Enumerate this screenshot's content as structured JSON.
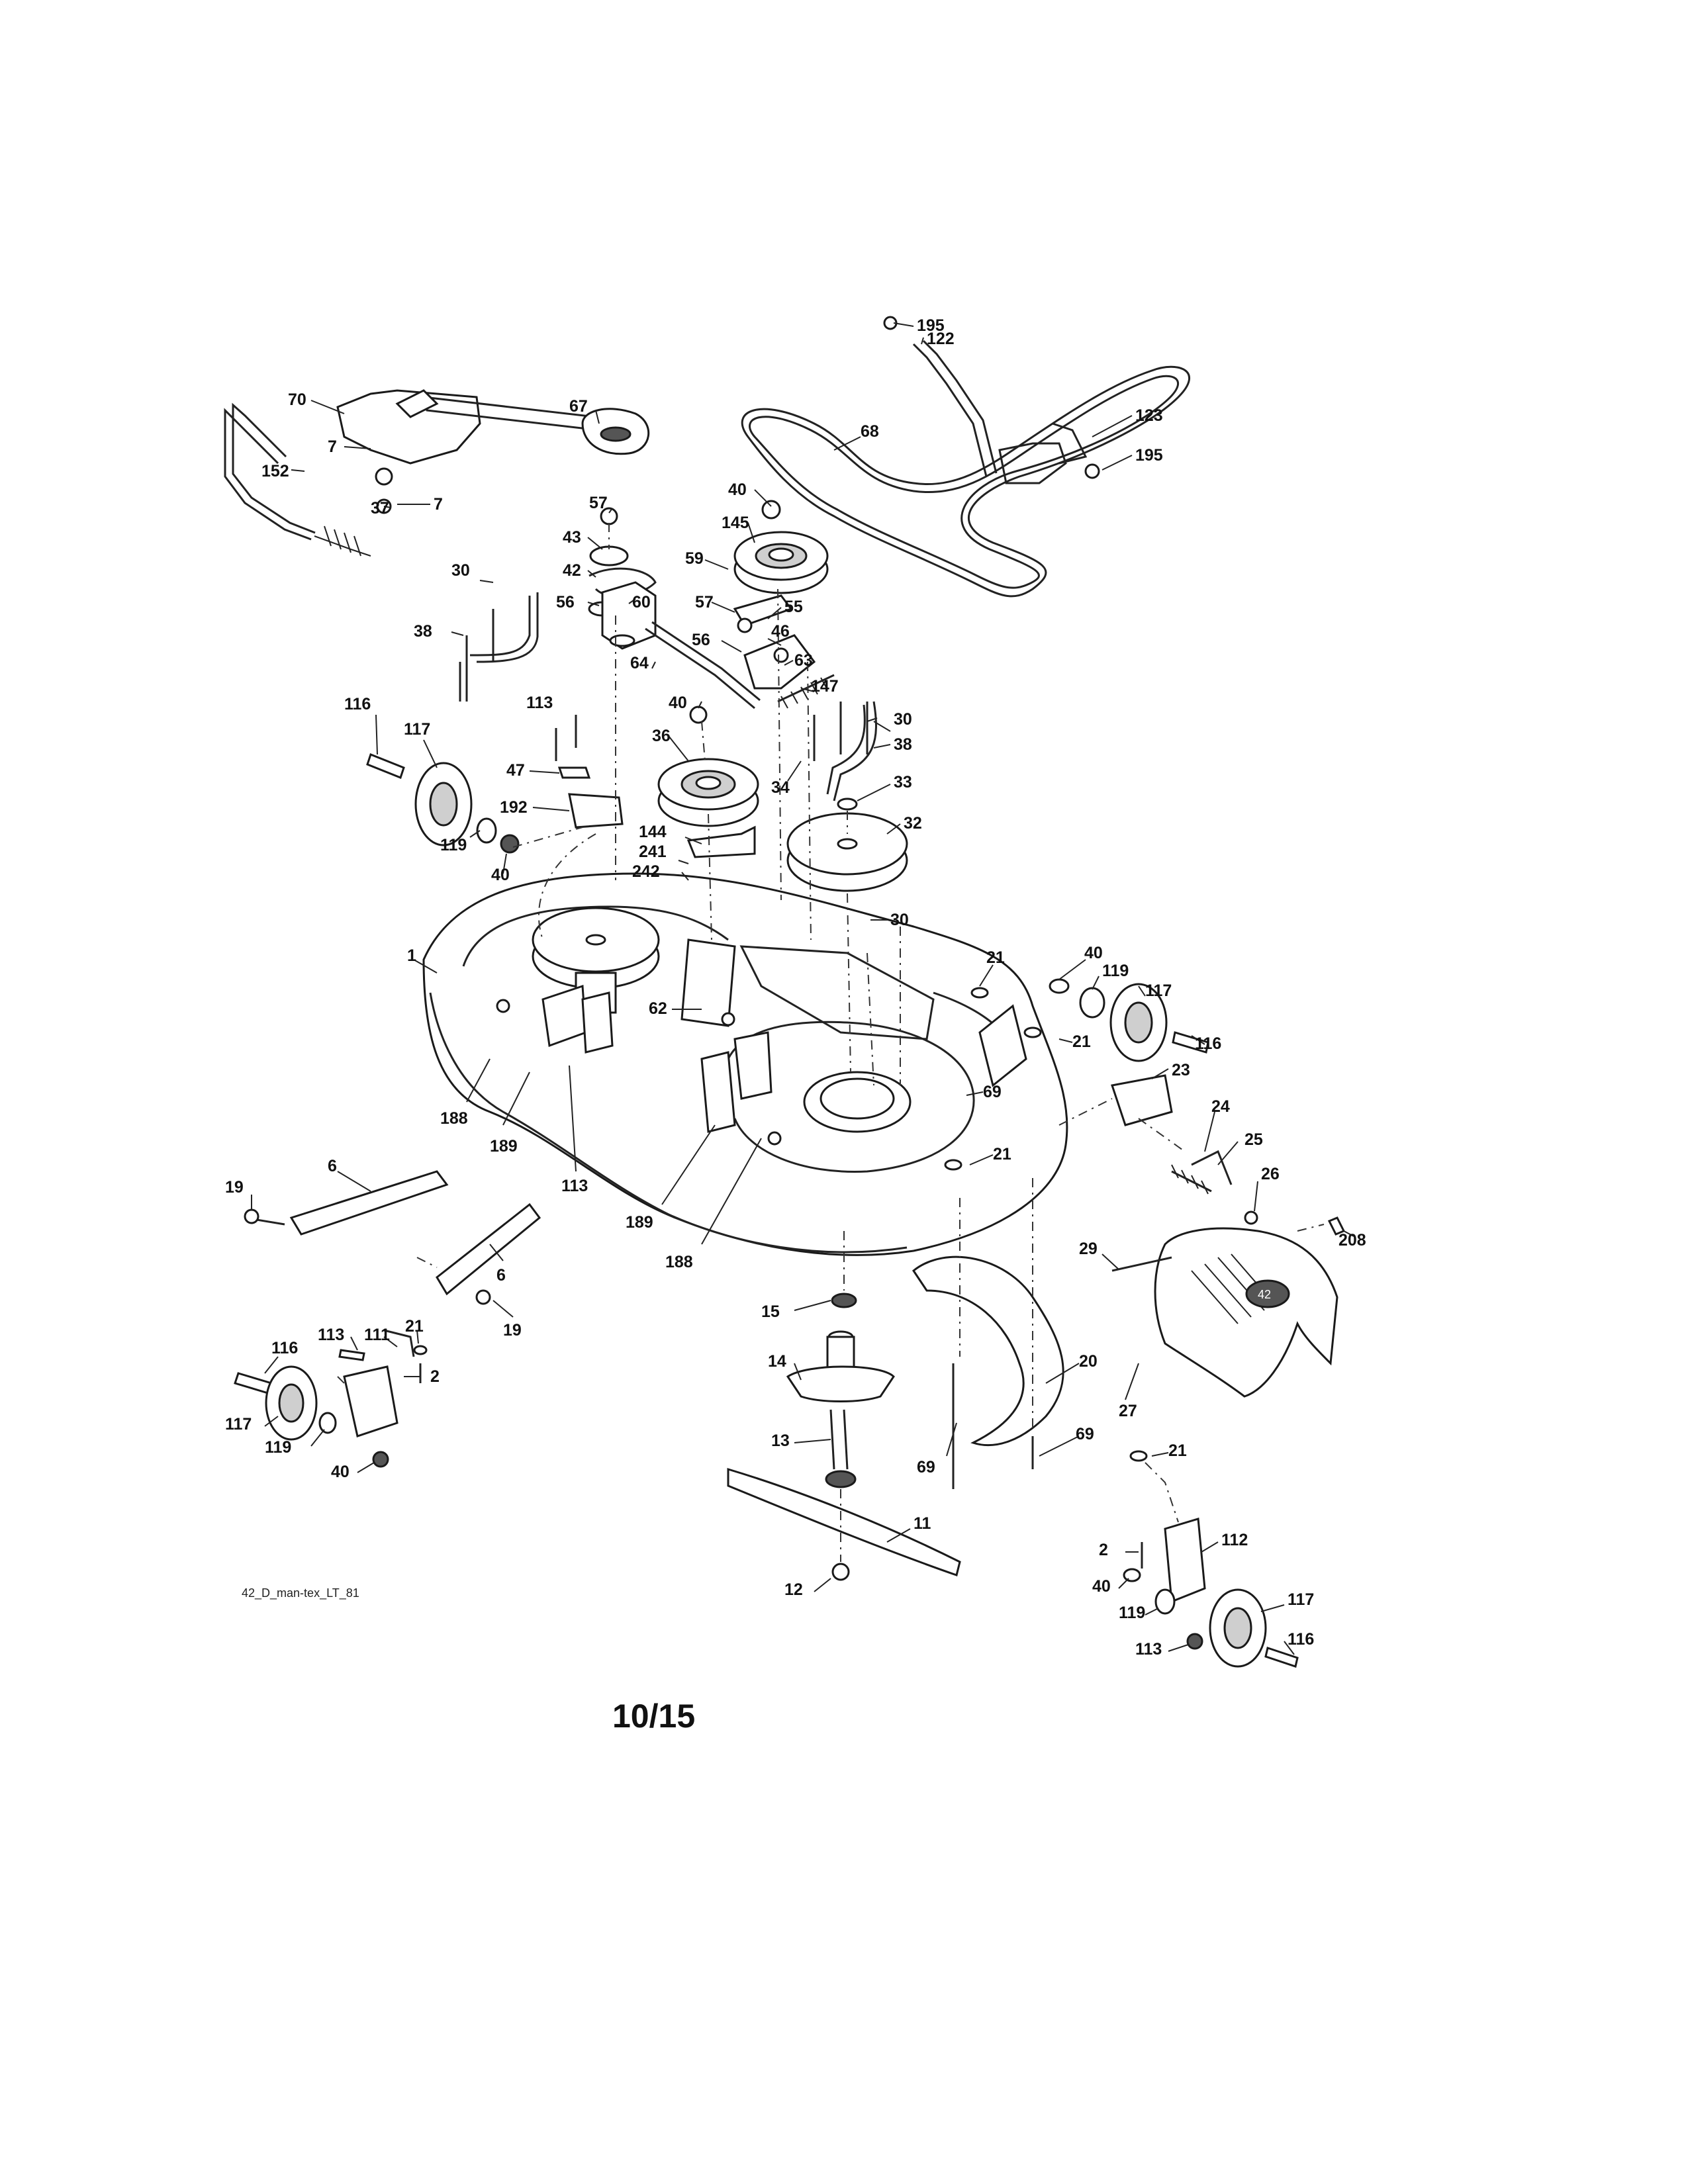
{
  "diagram": {
    "reference_code": "42_D_man-tex_LT_81",
    "page_number": "10/15",
    "discharge_badge": "42",
    "deflector_badge": "42"
  },
  "callouts": [
    {
      "label": "195"
    },
    {
      "label": "122"
    },
    {
      "label": "70"
    },
    {
      "label": "67"
    },
    {
      "label": "68"
    },
    {
      "label": "123"
    },
    {
      "label": "195"
    },
    {
      "label": "7"
    },
    {
      "label": "152"
    },
    {
      "label": "7"
    },
    {
      "label": "37"
    },
    {
      "label": "40"
    },
    {
      "label": "57"
    },
    {
      "label": "145"
    },
    {
      "label": "43"
    },
    {
      "label": "42"
    },
    {
      "label": "59"
    },
    {
      "label": "30"
    },
    {
      "label": "56"
    },
    {
      "label": "60"
    },
    {
      "label": "57"
    },
    {
      "label": "55"
    },
    {
      "label": "38"
    },
    {
      "label": "56"
    },
    {
      "label": "46"
    },
    {
      "label": "64"
    },
    {
      "label": "63"
    },
    {
      "label": "147"
    },
    {
      "label": "116"
    },
    {
      "label": "113"
    },
    {
      "label": "40"
    },
    {
      "label": "30"
    },
    {
      "label": "117"
    },
    {
      "label": "36"
    },
    {
      "label": "38"
    },
    {
      "label": "47"
    },
    {
      "label": "34"
    },
    {
      "label": "33"
    },
    {
      "label": "192"
    },
    {
      "label": "144"
    },
    {
      "label": "119"
    },
    {
      "label": "241"
    },
    {
      "label": "32"
    },
    {
      "label": "40"
    },
    {
      "label": "242"
    },
    {
      "label": "30"
    },
    {
      "label": "1"
    },
    {
      "label": "21"
    },
    {
      "label": "40"
    },
    {
      "label": "119"
    },
    {
      "label": "62"
    },
    {
      "label": "117"
    },
    {
      "label": "116"
    },
    {
      "label": "21"
    },
    {
      "label": "23"
    },
    {
      "label": "188"
    },
    {
      "label": "69"
    },
    {
      "label": "189"
    },
    {
      "label": "24"
    },
    {
      "label": "25"
    },
    {
      "label": "6"
    },
    {
      "label": "113"
    },
    {
      "label": "21"
    },
    {
      "label": "19"
    },
    {
      "label": "26"
    },
    {
      "label": "189"
    },
    {
      "label": "208"
    },
    {
      "label": "188"
    },
    {
      "label": "29"
    },
    {
      "label": "6"
    },
    {
      "label": "15"
    },
    {
      "label": "19"
    },
    {
      "label": "113"
    },
    {
      "label": "111"
    },
    {
      "label": "21"
    },
    {
      "label": "116"
    },
    {
      "label": "14"
    },
    {
      "label": "20"
    },
    {
      "label": "2"
    },
    {
      "label": "27"
    },
    {
      "label": "117"
    },
    {
      "label": "119"
    },
    {
      "label": "69"
    },
    {
      "label": "13"
    },
    {
      "label": "40"
    },
    {
      "label": "69"
    },
    {
      "label": "21"
    },
    {
      "label": "11"
    },
    {
      "label": "112"
    },
    {
      "label": "2"
    },
    {
      "label": "12"
    },
    {
      "label": "40"
    },
    {
      "label": "117"
    },
    {
      "label": "119"
    },
    {
      "label": "116"
    },
    {
      "label": "113"
    }
  ]
}
